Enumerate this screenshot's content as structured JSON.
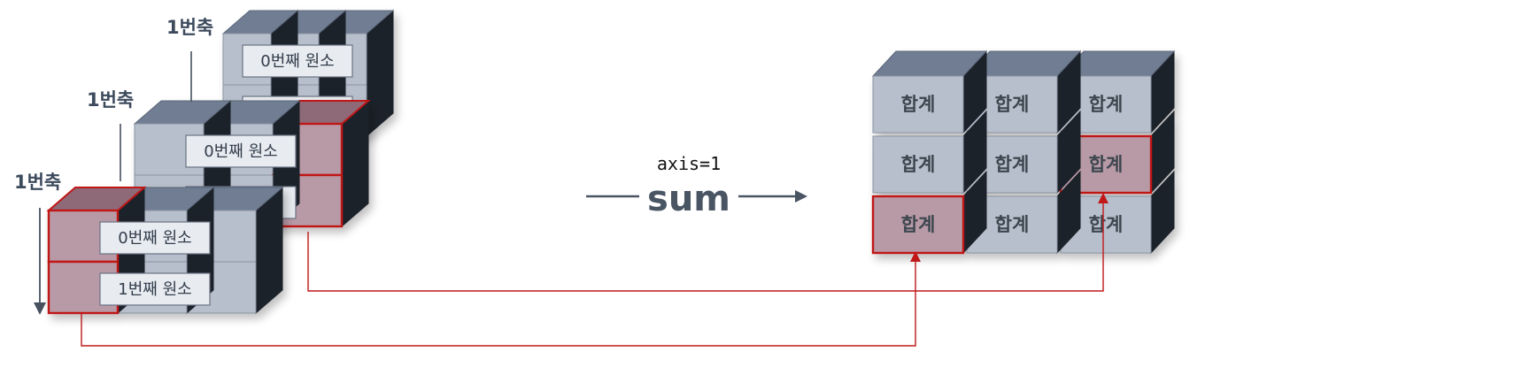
{
  "input": {
    "axis_label": "1번축",
    "element_labels": [
      "0번째 원소",
      "1번째 원소"
    ]
  },
  "operation": {
    "name": "sum",
    "parameter": "axis=1"
  },
  "output": {
    "cell_label": "합계",
    "rows": 3,
    "cols": 3
  },
  "colors": {
    "cube_front": "#b8bfcc",
    "cube_top": "#6f7d92",
    "cube_side": "#1e222a",
    "highlight_fill": "#b89aa6",
    "highlight_top": "#8e6b78",
    "highlight_stroke": "#c01818",
    "arrow": "#c01818",
    "axis_line": "#46505e",
    "label_box": "#e8ebf0"
  }
}
